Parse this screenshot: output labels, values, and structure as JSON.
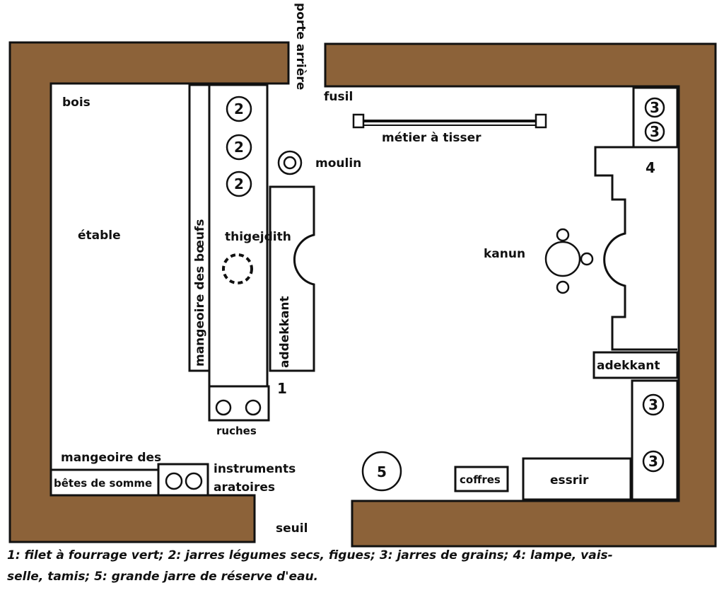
{
  "colors": {
    "wall": "#8c6239",
    "outline": "#111111",
    "floor": "#ffffff"
  },
  "labels": {
    "porte_arriere": "porte arrière",
    "bois": "bois",
    "etable": "étable",
    "mangeoire_boeufs": "mangeoire des bœufs",
    "thigejdith": "thigejdith",
    "moulin": "moulin",
    "fusil": "fusil",
    "metier": "métier à tisser",
    "kanun": "kanun",
    "adekkant": "adekkant",
    "addekkant": "addekkant",
    "ruches": "ruches",
    "mangeoire_btes_line1": "mangeoire des",
    "mangeoire_btes_line2": "bêtes de somme",
    "instruments_line1": "instruments",
    "instruments_line2": "aratoires",
    "coffres": "coffres",
    "essrir": "essrir",
    "seuil": "seuil"
  },
  "numbers": {
    "jar2_a": "2",
    "jar2_b": "2",
    "jar2_c": "2",
    "jar3_a": "3",
    "jar3_b": "3",
    "jar3_c": "3",
    "jar3_d": "3",
    "lamp": "4",
    "big_jar": "5",
    "filet": "1"
  },
  "caption": {
    "line1": "1: filet à fourrage vert; 2: jarres légumes secs, figues; 3: jarres de grains; 4: lampe, vais-",
    "line2": "selle, tamis; 5: grande jarre de réserve d'eau."
  }
}
